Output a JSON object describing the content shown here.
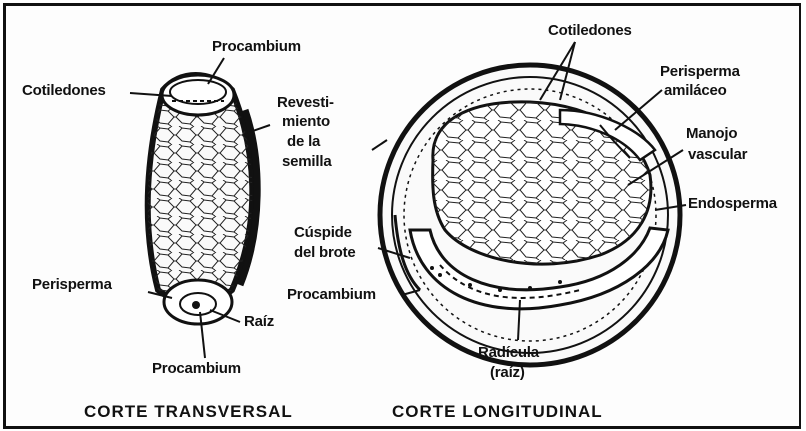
{
  "left_section": {
    "caption": "CORTE TRANSVERSAL",
    "labels": {
      "procambium_top": "Procambium",
      "cotiledones": "Cotiledones",
      "revestimiento_1": "Revesti-",
      "revestimiento_2": "miento",
      "revestimiento_3": "de la",
      "revestimiento_4": "semilla",
      "perisperma": "Perisperma",
      "raiz": "Raíz",
      "procambium_bottom": "Procambium"
    }
  },
  "right_section": {
    "caption": "CORTE LONGITUDINAL",
    "labels": {
      "cotiledones": "Cotiledones",
      "perisperma_1": "Perisperma",
      "perisperma_2": "amiláceo",
      "manojo_1": "Manojo",
      "manojo_2": "vascular",
      "endosperma": "Endosperma",
      "cuspide_1": "Cúspide",
      "cuspide_2": "del brote",
      "procambium": "Procambium",
      "radicula_1": "Radícula",
      "radicula_2": "(raíz)"
    }
  }
}
